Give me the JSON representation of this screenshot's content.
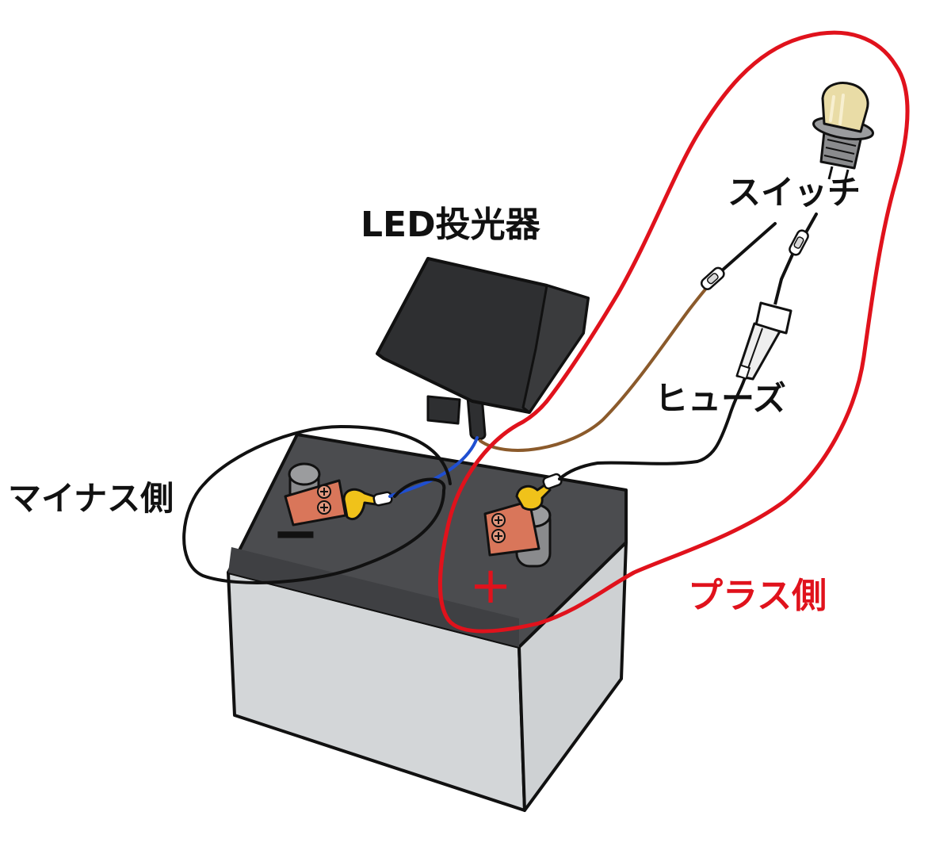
{
  "labels": {
    "led_projector": "LED投光器",
    "switch": "スイッチ",
    "fuse": "ヒューズ",
    "minus_side": "マイナス側",
    "plus_side": "プラス側"
  },
  "terminal_marks": {
    "negative": "−",
    "positive": "+"
  },
  "colors": {
    "positive_loop": "#e0121c",
    "negative_wire": "#1f4fd1",
    "led_lead_brown": "#8b5a2b",
    "battery_top": "#4b4c4f",
    "battery_body": "#d3d6d8",
    "led_housing": "#2e2f31",
    "terminal_clamp": "#d9765a",
    "terminal_post": "#8a8b8d",
    "ring_terminal": "#f0c21a",
    "switch_cap": "#e9dca6",
    "ink": "#111111"
  },
  "icons": {
    "battery": "battery-icon",
    "led_projector": "led-floodlight-icon",
    "switch": "pushbutton-switch-icon",
    "fuse": "inline-fuse-icon"
  }
}
